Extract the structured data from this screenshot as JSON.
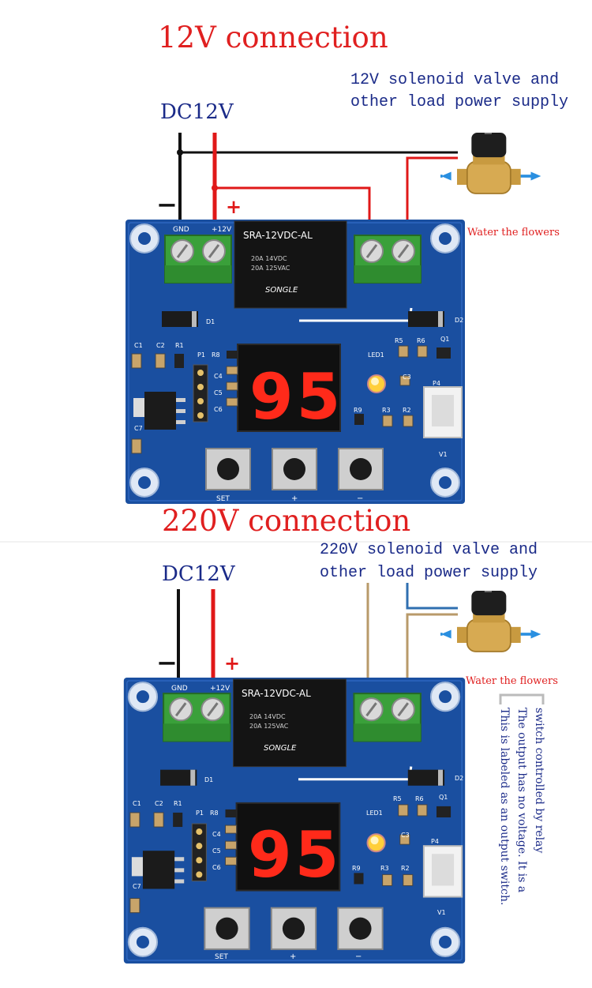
{
  "top": {
    "title": "12V connection",
    "power_label": "DC12V",
    "minus": "−",
    "plus": "+",
    "load_line1": "12V solenoid valve and",
    "load_line2": "other load power supply",
    "water_label": "Water the flowers"
  },
  "bottom": {
    "title": "220V connection",
    "power_label": "DC12V",
    "minus": "−",
    "plus": "+",
    "load_line1": "220V solenoid valve and",
    "load_line2": "other load power supply",
    "water_label": "Water the flowers",
    "note_line1": "This is labeled as an output switch.",
    "note_line2": "The output has no voltage. It is a",
    "note_line3": "switch controlled by relay"
  },
  "board": {
    "display": "95",
    "relay_text": "SRA-12VDC-AL",
    "relay_rating1": "20A 14VDC",
    "relay_rating2": "20A 125VAC",
    "relay_brand": "SONGLE",
    "gnd": "GND",
    "v12": "+12V",
    "led": "LED1",
    "d1": "D1",
    "d2": "D2",
    "p1": "P1",
    "p4": "P4",
    "v1": "V1",
    "q1": "Q1",
    "btn_set": "SET",
    "btn_plus": "+",
    "btn_minus": "−",
    "c1": "C1",
    "c2": "C2",
    "c3": "C3",
    "c4": "C4",
    "c5": "C5",
    "c6": "C6",
    "c7": "C7",
    "r1": "R1",
    "r2": "R2",
    "r3": "R3",
    "r5": "R5",
    "r6": "R6",
    "r8": "R8",
    "r9": "R9"
  },
  "colors": {
    "title_red": "#e02020",
    "label_blue": "#1a2a88",
    "wire_red": "#e01818",
    "wire_black": "#111111",
    "wire_tan": "#b89a6a",
    "wire_blue": "#2f6fb0",
    "board_blue": "#1a4fa0",
    "terminal_green": "#3aa03a",
    "display_red": "#ff2a1a"
  }
}
